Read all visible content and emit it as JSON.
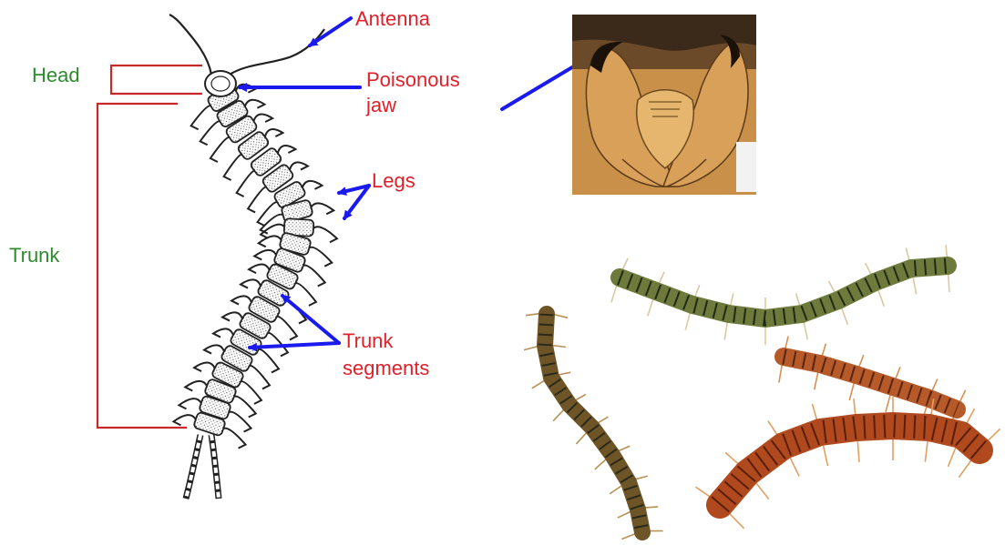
{
  "labels": {
    "head": "Head",
    "trunk": "Trunk",
    "antenna": "Antenna",
    "poisonous_jaw_line1": "Poisonous",
    "poisonous_jaw_line2": "jaw",
    "legs": "Legs",
    "trunk_segments_line1": "Trunk",
    "trunk_segments_line2": "segments"
  },
  "colors": {
    "part_label": "#e0202a",
    "region_label": "#2e8b2e",
    "bracket": "#c8282a",
    "arrow": "#1a1aee"
  }
}
